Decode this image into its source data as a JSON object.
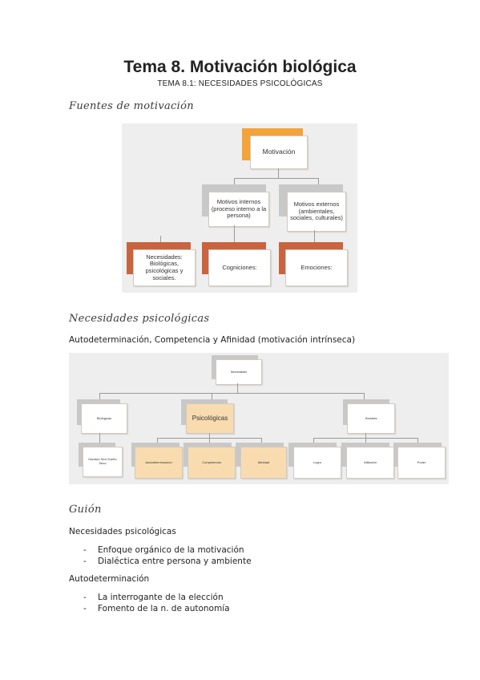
{
  "header": {
    "title": "Tema 8. Motivación biológica",
    "subtitle": "TEMA 8.1: NECESIDADES PSICOLÓGICAS"
  },
  "sections": {
    "fuentes": "Fuentes de motivación",
    "necesidades": "Necesidades psicológicas",
    "guion": "Guión"
  },
  "diagram1": {
    "root": "Motivación",
    "internos": "Motivos internos (proceso interno a la persona)",
    "externos": "Motivos externos (ambientales, sociales, culturales)",
    "necesidades": "Necesidades: Biológicas, psicológicas y sociales.",
    "cogniciones": "Cogniciones:",
    "emociones": "Emociones:"
  },
  "intro_line": "Autodeterminación, Competencia y Afinidad (motivación intrínseca)",
  "diagram2": {
    "root": "Necesidades",
    "biologicas": "Biológicas",
    "hambre": "Hambre Sed Sueño Sexo",
    "psicologicas": "Psicológicas",
    "sociales": "Sociales",
    "autodeterminacion": "Autodeterminación",
    "competencia": "Competencia",
    "afinidad": "Afinidad",
    "logro": "Logro",
    "afiliacion": "Afiliación",
    "poder": "Poder"
  },
  "guion": {
    "item1": "Necesidades psicológicas",
    "item1_bullets": [
      "Enfoque orgánico de la motivación",
      "Dialéctica entre persona y ambiente"
    ],
    "item2": "Autodeterminación",
    "item2_bullets": [
      "La interrogante de la elección",
      "Fomento de la n. de autonomía"
    ]
  },
  "colors": {
    "orange_tab": "#f2a33a",
    "rust_tab": "#c9643f",
    "panel_bg": "#eeeeee",
    "highlight_fill": "#f8dcb0"
  }
}
